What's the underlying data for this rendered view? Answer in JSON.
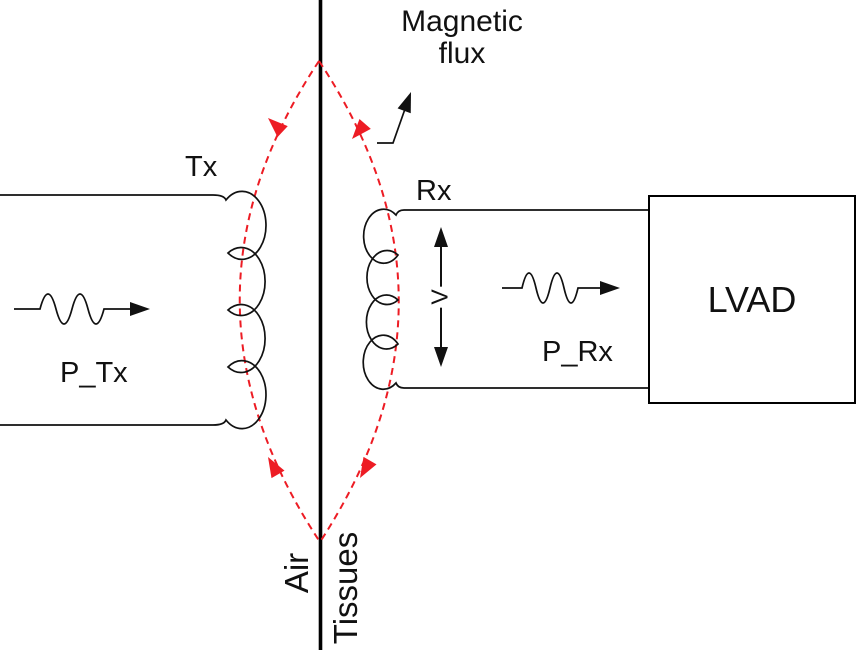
{
  "diagram": {
    "annotation": {
      "flux": "Magnetic flux"
    },
    "tx": {
      "coil": "Tx",
      "power": "P_Tx"
    },
    "rx": {
      "coil": "Rx",
      "power": "P_Rx",
      "voltage": "V"
    },
    "load": "LVAD",
    "boundary": {
      "left": "Air",
      "right": "Tissues"
    },
    "colors": {
      "flux": "#ed1c24",
      "ink": "#111111",
      "background": "#ffffff"
    }
  }
}
